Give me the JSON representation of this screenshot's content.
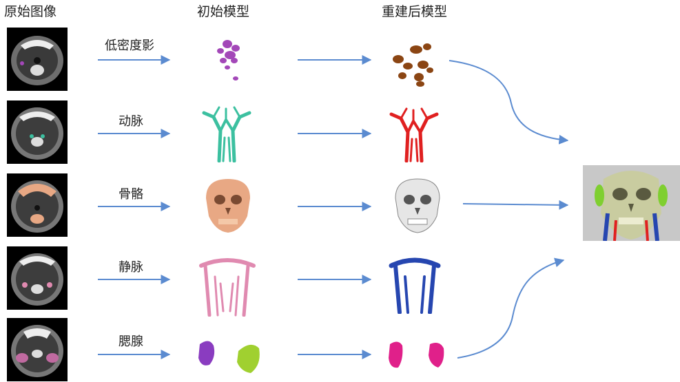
{
  "headers": {
    "original": "原始图像",
    "initial": "初始模型",
    "reconstructed": "重建后模型"
  },
  "rows": [
    {
      "label": "低密度影",
      "initial_color": "#a347b8",
      "recon_color": "#8b4513"
    },
    {
      "label": "动脉",
      "initial_color": "#3cc0a0",
      "recon_color": "#e02020"
    },
    {
      "label": "骨骼",
      "initial_color": "#e8a884",
      "recon_color": "#e0e0e0"
    },
    {
      "label": "静脉",
      "initial_color": "#e08ab0",
      "recon_color": "#2646b0"
    },
    {
      "label": "腮腺",
      "initial_color": "#8a3cc0",
      "recon_color": "#e0208a"
    }
  ],
  "colors": {
    "arrow": "#5b8bd0",
    "ct_background": "#000000",
    "combined_bone": "#c9cca0"
  }
}
